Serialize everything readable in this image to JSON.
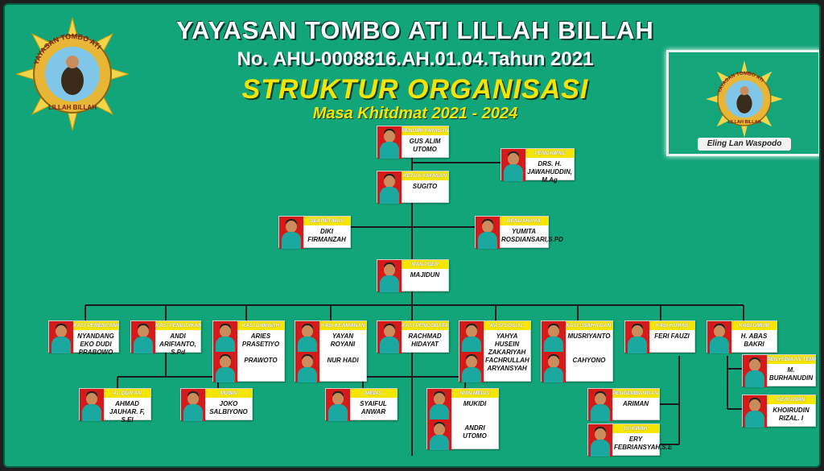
{
  "header": {
    "organization": "YAYASAN TOMBO ATI LILLAH BILLAH",
    "registration": "No. AHU-0008816.AH.01.04.Tahun 2021",
    "title": "STRUKTUR ORGANISASI",
    "period": "Masa Khitdmat 2021 - 2024"
  },
  "logo": {
    "ring_text": "YAYASAN TOMBO ATI",
    "bottom_text": "LILLAH BILLAH"
  },
  "flag": {
    "ring_text": "YAYASAN TOMBO ATI",
    "bottom_text": "LILLAH BILLAH",
    "motto": "Eling Lan Waspodo"
  },
  "colors": {
    "background": "#13a57a",
    "role_bar": "#f4e600",
    "photo_bg": "#d51a1a"
  },
  "nodes": [
    {
      "id": "pendiri",
      "role": "PENDIRI YAYASAN",
      "names": [
        "GUS ALIM UTOMO"
      ]
    },
    {
      "id": "pengawas",
      "role": "PENGAWAS",
      "names": [
        "DRS. H. JAWAHUDDIN, M.Ag"
      ]
    },
    {
      "id": "ketua",
      "role": "KETUA YAYASAN",
      "names": [
        "SUGITO"
      ]
    },
    {
      "id": "sekretaris",
      "role": "SEKRETARIS",
      "names": [
        "DIKI FIRMANZAH"
      ]
    },
    {
      "id": "bendahara",
      "role": "BENDAHARA",
      "names": [
        "YUMITA ROSDIANSARI,S.PD"
      ]
    },
    {
      "id": "manager",
      "role": "MANAGER",
      "names": [
        "MAJIDUN"
      ]
    },
    {
      "id": "perencanaan",
      "role": "KASI PERENCANAAN",
      "names": [
        "NYANDANG EKO DUDI PRABOWO"
      ]
    },
    {
      "id": "pendidikan",
      "role": "KASI PENDIDIKAN",
      "names": [
        "ANDI ARIFIANTO, S.Pd"
      ]
    },
    {
      "id": "dakwah",
      "role": "KASI DAKWAH",
      "names": [
        "ARIES PRASETIYO",
        "PRAWOTO"
      ]
    },
    {
      "id": "keamanan",
      "role": "KASI KEAMANAN",
      "names": [
        "YAYAN ROYANI",
        "NUR HADI"
      ]
    },
    {
      "id": "pengobatan",
      "role": "KASI PENGOBATAN",
      "names": [
        "RACHMAD HIDAYAT"
      ]
    },
    {
      "id": "sosial",
      "role": "KASI SOSIAL",
      "names": [
        "YAHYA HUSEIN ZAKARIYAH",
        "FACHRULLAH ARYANSYAH"
      ]
    },
    {
      "id": "ekonomi",
      "role": "KASI USAHA DAN EKONOMI",
      "names": [
        "MUSRIYANTO",
        "CAHYONO"
      ]
    },
    {
      "id": "humas",
      "role": "KASI HUMAS",
      "names": [
        "FERI FAUZI"
      ]
    },
    {
      "id": "umum",
      "role": "KASI UMUM",
      "names": [
        "H. ABAS BAKRI"
      ]
    },
    {
      "id": "alquran",
      "role": "AL QUR'AN",
      "names": [
        "AHMAD JAUHAR. F, S.EI"
      ]
    },
    {
      "id": "mubin",
      "role": "MUBIN",
      "names": [
        "JOKO SALBIYONO"
      ]
    },
    {
      "id": "medis",
      "role": "MEDIS",
      "names": [
        "SYAIFUL ANWAR"
      ]
    },
    {
      "id": "nonmedis",
      "role": "NON MEDIS",
      "names": [
        "MUKIDI",
        "ANDRI UTOMO"
      ]
    },
    {
      "id": "pengembangan",
      "role": "PENGEMBANGAN USAHA",
      "names": [
        "ARIMAN"
      ]
    },
    {
      "id": "dakwah_ekon",
      "role": "DAKWAH",
      "names": [
        "ERY FEBRIANSYAH,S.E"
      ]
    },
    {
      "id": "penyediaan",
      "role": "PENYEDIAAN TEMPAT",
      "names": [
        "M. BURHANUDIN"
      ]
    },
    {
      "id": "perijinan",
      "role": "PERIJINAN",
      "names": [
        "KHOIRUDIN RIZAL. I"
      ]
    }
  ]
}
